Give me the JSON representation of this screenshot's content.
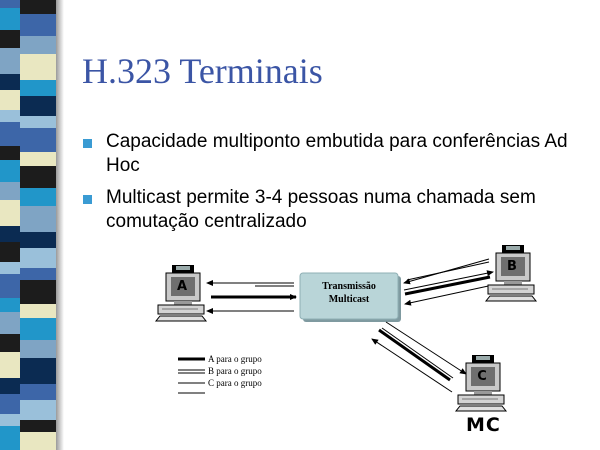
{
  "slide": {
    "title": "H.323 Terminais",
    "bullets": [
      "Capacidade multiponto embutida para conferências Ad Hoc",
      "Multicast permite 3-4 pessoas numa chamada sem comutação centralizado"
    ]
  },
  "diagram": {
    "center_box": {
      "line1": "Transmissão",
      "line2": "Multicast"
    },
    "terminals": {
      "a": "A",
      "b": "B",
      "c": "C",
      "mc": "MC"
    },
    "legend": [
      "A para o grupo",
      "B para o grupo",
      "C para o grupo"
    ]
  },
  "colors": {
    "title": "#3b55a5",
    "bullet": "#3a9bd3",
    "box_fill": "#b9d5d8",
    "stripe": [
      "#1c1c1c",
      "#3d66a8",
      "#7fa4c4",
      "#e9e7c1",
      "#2196c9",
      "#0b2b52",
      "#9ac0da"
    ]
  },
  "icons": [
    "computer-terminal-icon",
    "arrow-icon"
  ]
}
